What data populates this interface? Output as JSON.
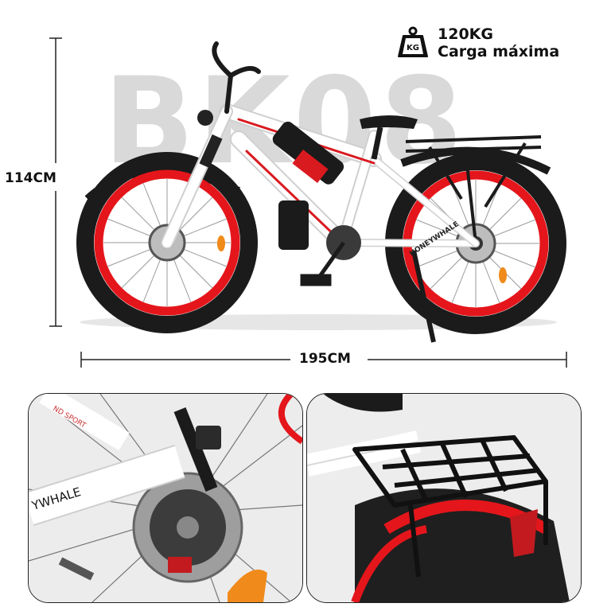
{
  "watermark": {
    "text": "BK08"
  },
  "dimensions": {
    "height": "114CM",
    "length": "195CM"
  },
  "max_load": {
    "badge": "KG",
    "value": "120KG",
    "label": "Carga máxima"
  },
  "brand": {
    "frame_text": "HONEYWHALE",
    "crop_text": "YWHALE",
    "sport_text": "ND SPORT"
  },
  "colors": {
    "rim_red": "#e4161b",
    "frame_white": "#ffffff",
    "tire_black": "#1b1b1b",
    "accent_red": "#d91a1f"
  }
}
